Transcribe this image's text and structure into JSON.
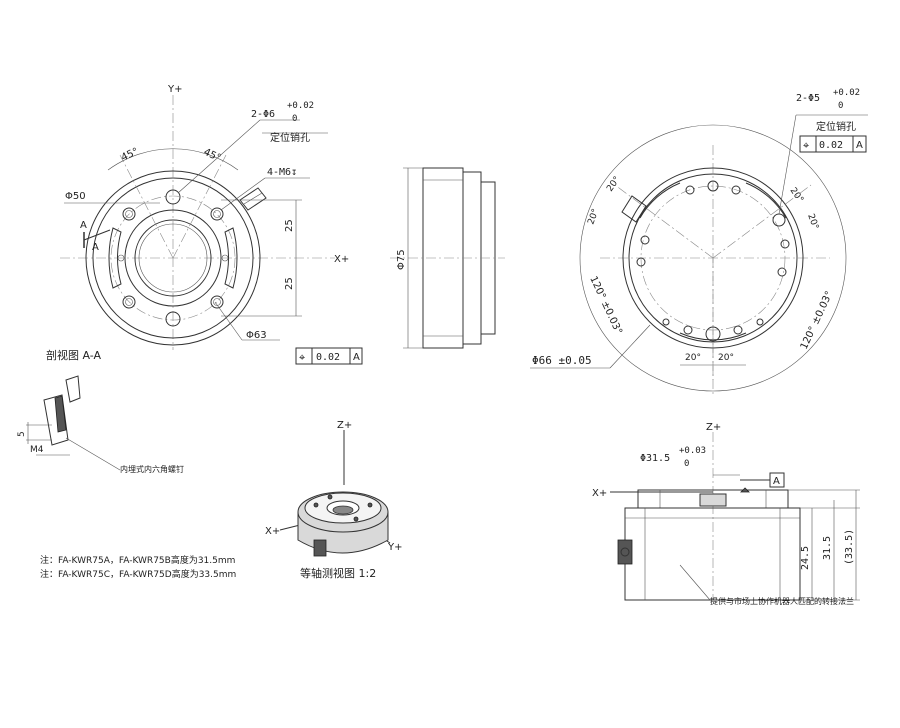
{
  "front_view": {
    "axis_y": "Y+",
    "axis_x": "X+",
    "pin_hole_callout": "2-Φ6",
    "pin_hole_tol_upper": "+0.02",
    "pin_hole_tol_lower": "0",
    "pin_hole_note": "定位销孔",
    "angle_left": "45°",
    "angle_right": "45°",
    "thread_callout": "4-M6↧",
    "dia_50": "Φ50",
    "dia_63": "Φ63",
    "dim_25_top": "25",
    "dim_25_bottom": "25",
    "section_marker_a_top": "A",
    "section_marker_a_bottom": "A",
    "flatness_symbol": "⌖",
    "flatness_value": "0.02",
    "flatness_datum": "A"
  },
  "section_view": {
    "title": "剖视图 A-A",
    "dim_5": "5",
    "dim_m4": "M4",
    "note": "内埋式内六角螺钉"
  },
  "side_view": {
    "dia_75": "Φ75"
  },
  "back_view": {
    "pin_hole_callout": "2-Φ5",
    "pin_hole_tol_upper": "+0.02",
    "pin_hole_tol_lower": "0",
    "pin_hole_note": "定位销孔",
    "pos_symbol": "⌖",
    "pos_value": "0.02",
    "pos_datum": "A",
    "angles_20": [
      "20°",
      "20°",
      "20°",
      "20°",
      "20°",
      "20°"
    ],
    "angle_120_left": "120° ±0.03°",
    "angle_120_right": "120° ±0.03°",
    "dia_66": "Φ66 ±0.05"
  },
  "iso_view": {
    "axis_z": "Z+",
    "axis_x": "X+",
    "axis_y": "Y+",
    "title": "等轴测视图  1:2"
  },
  "bottom_right_view": {
    "axis_z": "Z+",
    "axis_x": "X+",
    "dia_callout": "Φ31.5",
    "dia_tol_upper": "+0.03",
    "dia_tol_lower": "0",
    "datum_a": "A",
    "dim_24_5": "24.5",
    "dim_31_5": "31.5",
    "dim_33_5": "(33.5)",
    "flange_note": "提供与市场上协作机器人匹配的转接法兰"
  },
  "notes": {
    "line1": "注：FA-KWR75A，FA-KWR75B高度为31.5mm",
    "line2": "注：FA-KWR75C，FA-KWR75D高度为33.5mm"
  }
}
